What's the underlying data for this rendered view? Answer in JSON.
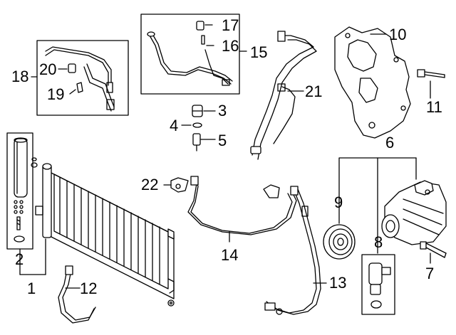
{
  "diagram": {
    "background": "#ffffff",
    "ink": "#000000",
    "callouts": [
      {
        "id": "c1",
        "text": "1"
      },
      {
        "id": "c2",
        "text": "2"
      },
      {
        "id": "c3",
        "text": "3"
      },
      {
        "id": "c4",
        "text": "4"
      },
      {
        "id": "c5",
        "text": "5"
      },
      {
        "id": "c6",
        "text": "6"
      },
      {
        "id": "c7",
        "text": "7"
      },
      {
        "id": "c8",
        "text": "8"
      },
      {
        "id": "c9",
        "text": "9"
      },
      {
        "id": "c10",
        "text": "10"
      },
      {
        "id": "c11",
        "text": "11"
      },
      {
        "id": "c12",
        "text": "12"
      },
      {
        "id": "c13",
        "text": "13"
      },
      {
        "id": "c14",
        "text": "14"
      },
      {
        "id": "c15",
        "text": "15"
      },
      {
        "id": "c16",
        "text": "16"
      },
      {
        "id": "c17",
        "text": "17"
      },
      {
        "id": "c18",
        "text": "18"
      },
      {
        "id": "c19",
        "text": "19"
      },
      {
        "id": "c20",
        "text": "20"
      },
      {
        "id": "c21",
        "text": "21"
      },
      {
        "id": "c22",
        "text": "22"
      }
    ]
  }
}
